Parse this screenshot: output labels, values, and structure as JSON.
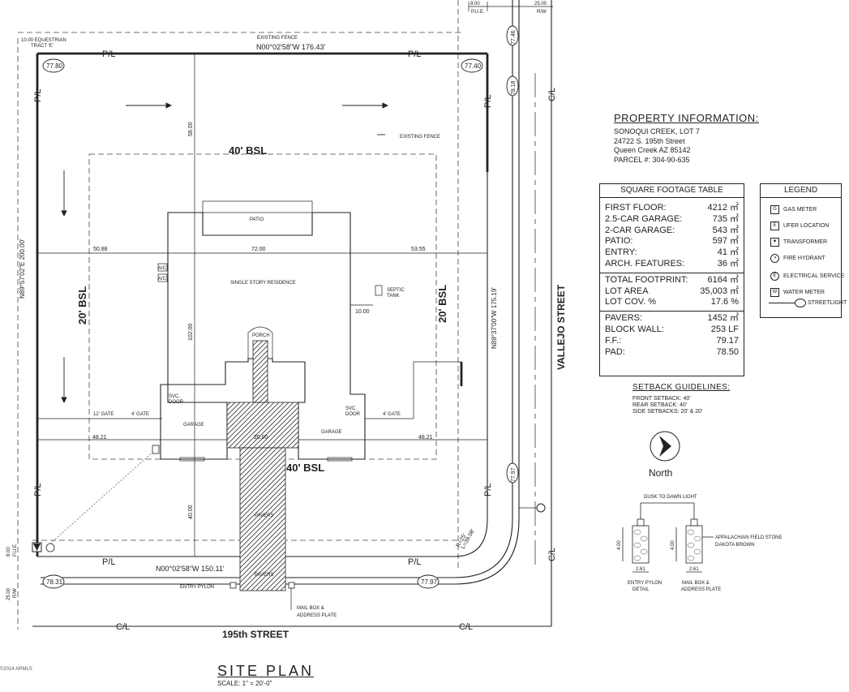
{
  "labels": {
    "equestrian": "10.00 EQUESTRIAN",
    "tract": "TRACT 'E'",
    "existing_fence_top": "EXISTING FENCE",
    "existing_fence_right": "EXISTING FENCE",
    "bearing_top": "N00°02'58\"W  176.43'",
    "bearing_bottom": "N00°02'58\"W  150.11'",
    "bearing_left": "N89°57'02\"E  200.00'",
    "bearing_right": "N89°37'00\"W  175.19'",
    "pl": "P/L",
    "cl": "C/L",
    "elev_tl": "77.80",
    "elev_tr": "77.40",
    "elev_bl": "78.31",
    "elev_br": "77.97",
    "elev_r_top": "77.46",
    "elev_r_mid": "78.18",
    "elev_r_low": "77.97",
    "bsl_40_top": "40' BSL",
    "bsl_40_bottom": "40' BSL",
    "bsl_20_left": "20' BSL",
    "bsl_20_right": "20' BSL",
    "dim_58": "58.00",
    "dim_72": "72.00",
    "dim_5088": "50.88",
    "dim_5355": "53.55",
    "dim_102": "102.00",
    "dim_4821_l": "48.21",
    "dim_4821_r": "48.21",
    "dim_2000": "20.00",
    "dim_40": "40.00",
    "dim_1000": "10.00",
    "dim_800_top": "8.00",
    "pue_top": "P.U.E.",
    "dim_25_top": "25.00",
    "rw_top": "R/W",
    "dim_800_left": "8.00",
    "pue_left": "P.U.E.",
    "dim_25_left": "25.00",
    "rw_left": "R/W",
    "patio": "PATIO",
    "residence": "SINGLE STORY RESIDENCE",
    "porch": "PORCH",
    "garage_l": "GARAGE",
    "garage_r": "GARAGE",
    "svc_l": "SVC.",
    "door_l": "DOOR",
    "svc_r": "SVC.",
    "door_r": "DOOR",
    "septic": "SEPTIC",
    "tank": "TANK",
    "ac1": "A/C",
    "ac2": "A/C",
    "gate12": "12' GATE",
    "gate4_l": "4' GATE",
    "gate4_r": "4' GATE",
    "pavers1": "PAVERS",
    "pavers2": "PAVERS",
    "curve_r": "R=25'",
    "curve_l": "L=39.08'",
    "entry_pylon": "ENTRY PYLON",
    "mailbox1": "MAIL BOX &",
    "mailbox2": "ADDRESS PLATE",
    "street_195": "195th STREET",
    "street_vallejo": "VALLEJO STREET",
    "north": "North",
    "dusk": "DUSK TO DAWN LIGHT",
    "stone1": "APPALACHIAN FIELD STONE",
    "stone2": "DAKOTA BROWN",
    "dim_400a": "4.00",
    "dim_400b": "4.00",
    "dim_261a": "2.61",
    "dim_261b": "2.61",
    "pylon_detail1": "ENTRY PYLON",
    "pylon_detail2": "DETAIL",
    "mail_detail1": "MAIL BOX &",
    "mail_detail2": "ADDRESS PLATE"
  },
  "property": {
    "title": "PROPERTY INFORMATION:",
    "lines": [
      "SONOQUI CREEK, LOT 7",
      "24722 S. 195th Street",
      "Queen Creek AZ 85142",
      "PARCEL #: 304-90-635"
    ]
  },
  "sqft": {
    "title": "SQUARE FOOTAGE TABLE",
    "rows1": [
      {
        "label": "FIRST FLOOR:",
        "value": "4212 ㎡"
      },
      {
        "label": "2.5-CAR GARAGE:",
        "value": "735 ㎡"
      },
      {
        "label": "2-CAR GARAGE:",
        "value": "543 ㎡"
      },
      {
        "label": "PATIO:",
        "value": "597 ㎡"
      },
      {
        "label": "ENTRY:",
        "value": "41 ㎡"
      },
      {
        "label": "ARCH. FEATURES:",
        "value": "36 ㎡"
      }
    ],
    "rows2": [
      {
        "label": "TOTAL FOOTPRINT:",
        "value": "6164 ㎡"
      },
      {
        "label": "LOT AREA",
        "value": "35,003 ㎡"
      },
      {
        "label": "LOT COV. %",
        "value": "17.6 %"
      }
    ],
    "rows3": [
      {
        "label": "PAVERS:",
        "value": "1452 ㎡"
      },
      {
        "label": "BLOCK WALL:",
        "value": "253 LF"
      },
      {
        "label": "F.F.:",
        "value": "79.17"
      },
      {
        "label": "PAD:",
        "value": "78.50"
      }
    ]
  },
  "legend": {
    "title": "LEGEND",
    "items": [
      {
        "icon": "G",
        "label": "GAS METER"
      },
      {
        "icon": "E",
        "label": "UFER LOCATION"
      },
      {
        "icon": "▼",
        "label": "TRANSFORMER"
      },
      {
        "icon": "◑",
        "label": "FIRE HYDRANT"
      },
      {
        "icon": "E",
        "label": "ELECTRICAL SERVICE"
      },
      {
        "icon": "W",
        "label": "WATER METER"
      },
      {
        "icon": "",
        "label": "STREETLIGHT"
      }
    ]
  },
  "setback": {
    "title": "SETBACK GUIDELINES:",
    "lines": [
      "FRONT SETBACK:  40'",
      "REAR SETBACK:   40'",
      "SIDE SETBACKS:  20' & 20'"
    ]
  },
  "footer": {
    "title": "SITE PLAN",
    "scale": "SCALE: 1\" = 20'-0\"",
    "copyright": "©2014 ARMLS"
  }
}
